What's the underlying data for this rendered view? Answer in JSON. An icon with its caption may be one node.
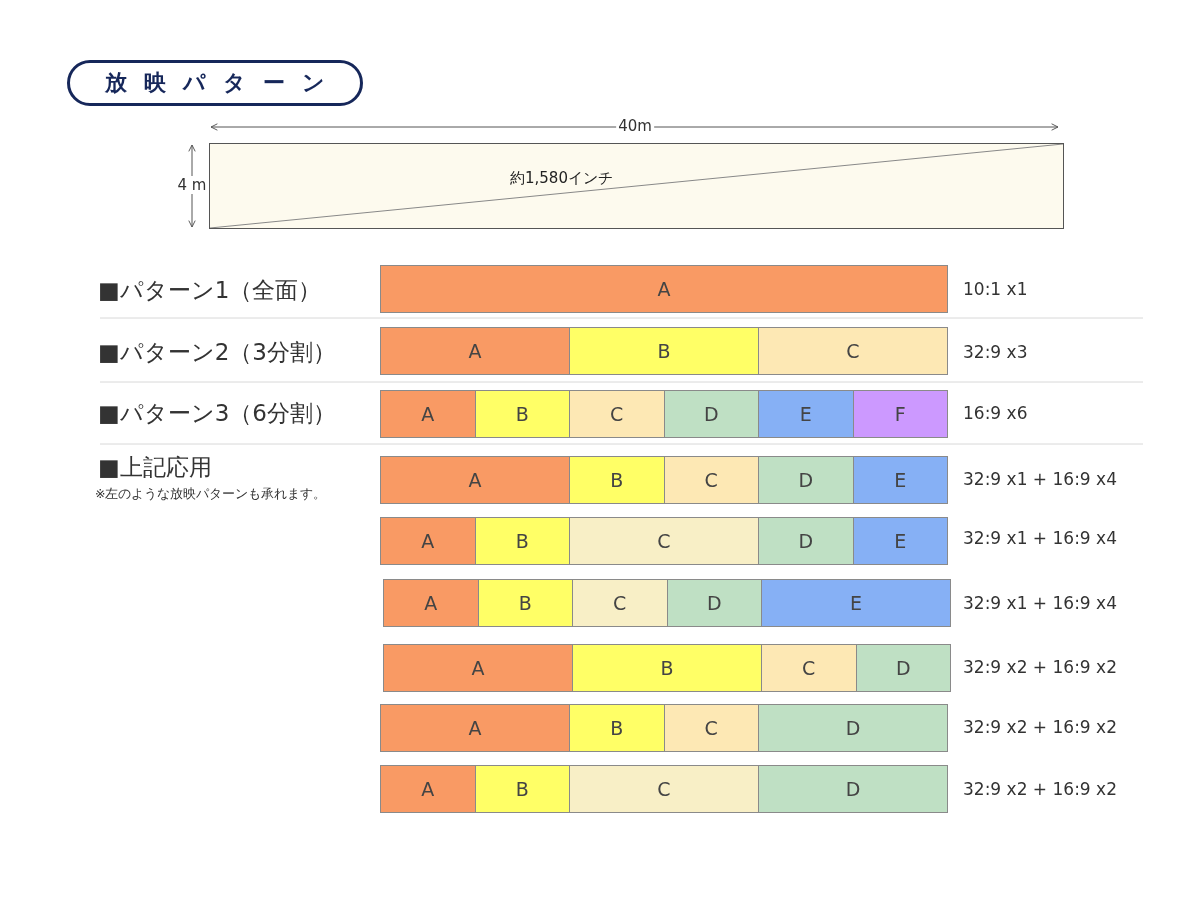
{
  "diagram": {
    "title": "放映パターン",
    "nodes": [
      {
        "text": [
          "約1,580インチ"
        ]
      },
      {
        "text": [
          "A"
        ]
      },
      {
        "text": [
          "A"
        ]
      },
      {
        "text": [
          "B"
        ]
      },
      {
        "text": [
          "C"
        ]
      },
      {
        "text": [
          "A"
        ]
      },
      {
        "text": [
          "B"
        ]
      },
      {
        "text": [
          "C"
        ]
      },
      {
        "text": [
          "D"
        ]
      },
      {
        "text": [
          "E"
        ]
      },
      {
        "text": [
          "F"
        ]
      },
      {
        "text": [
          "A"
        ]
      },
      {
        "text": [
          "B"
        ]
      },
      {
        "text": [
          "C"
        ]
      },
      {
        "text": [
          "D"
        ]
      },
      {
        "text": [
          "E"
        ]
      },
      {
        "text": [
          "A"
        ]
      },
      {
        "text": [
          "B"
        ]
      },
      {
        "text": [
          "C"
        ]
      },
      {
        "text": [
          "D"
        ]
      },
      {
        "text": [
          "E"
        ]
      },
      {
        "text": [
          "A"
        ]
      },
      {
        "text": [
          "B"
        ]
      },
      {
        "text": [
          "C"
        ]
      },
      {
        "text": [
          "D"
        ]
      },
      {
        "text": [
          "E"
        ]
      },
      {
        "text": [
          "A"
        ]
      },
      {
        "text": [
          "B"
        ]
      },
      {
        "text": [
          "C"
        ]
      },
      {
        "text": [
          "D"
        ]
      },
      {
        "text": [
          "A"
        ]
      },
      {
        "text": [
          "B"
        ]
      },
      {
        "text": [
          "C"
        ]
      },
      {
        "text": [
          "D"
        ]
      },
      {
        "text": [
          "A"
        ]
      },
      {
        "text": [
          "B"
        ]
      },
      {
        "text": [
          "C"
        ]
      },
      {
        "text": [
          "D"
        ]
      }
    ],
    "labels": [
      "40m",
      "4 m",
      "■パターン1（全面）",
      "10:1 x1",
      "■パターン2（3分割）",
      "32:9 x3",
      "■パターン3（6分割）",
      "16:9 x6",
      "■上記応用",
      "※左のような放映パターンも承れます。",
      "32:9 x1 + 16:9 x4",
      "32:9 x1 + 16:9 x4",
      "32:9 x1 + 16:9 x4",
      "32:9 x2 + 16:9 x2",
      "32:9 x2 + 16:9 x2",
      "32:9 x2 + 16:9 x2"
    ]
  }
}
